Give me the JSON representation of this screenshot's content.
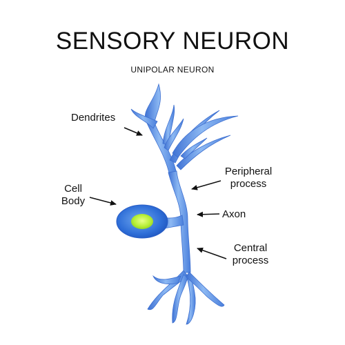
{
  "title": "SENSORY NEURON",
  "subtitle": "UNIPOLAR NEURON",
  "labels": {
    "dendrites": "Dendrites",
    "cell_body_line1": "Cell",
    "cell_body_line2": "Body",
    "peripheral_line1": "Peripheral",
    "peripheral_line2": "process",
    "axon": "Axon",
    "central_line1": "Central",
    "central_line2": "process"
  },
  "colors": {
    "neuron_fill": "#6fa3ea",
    "neuron_highlight": "#a9cdf8",
    "neuron_edge": "#3d6fd0",
    "nucleus": "#b9f03a",
    "arrow": "#111111"
  }
}
